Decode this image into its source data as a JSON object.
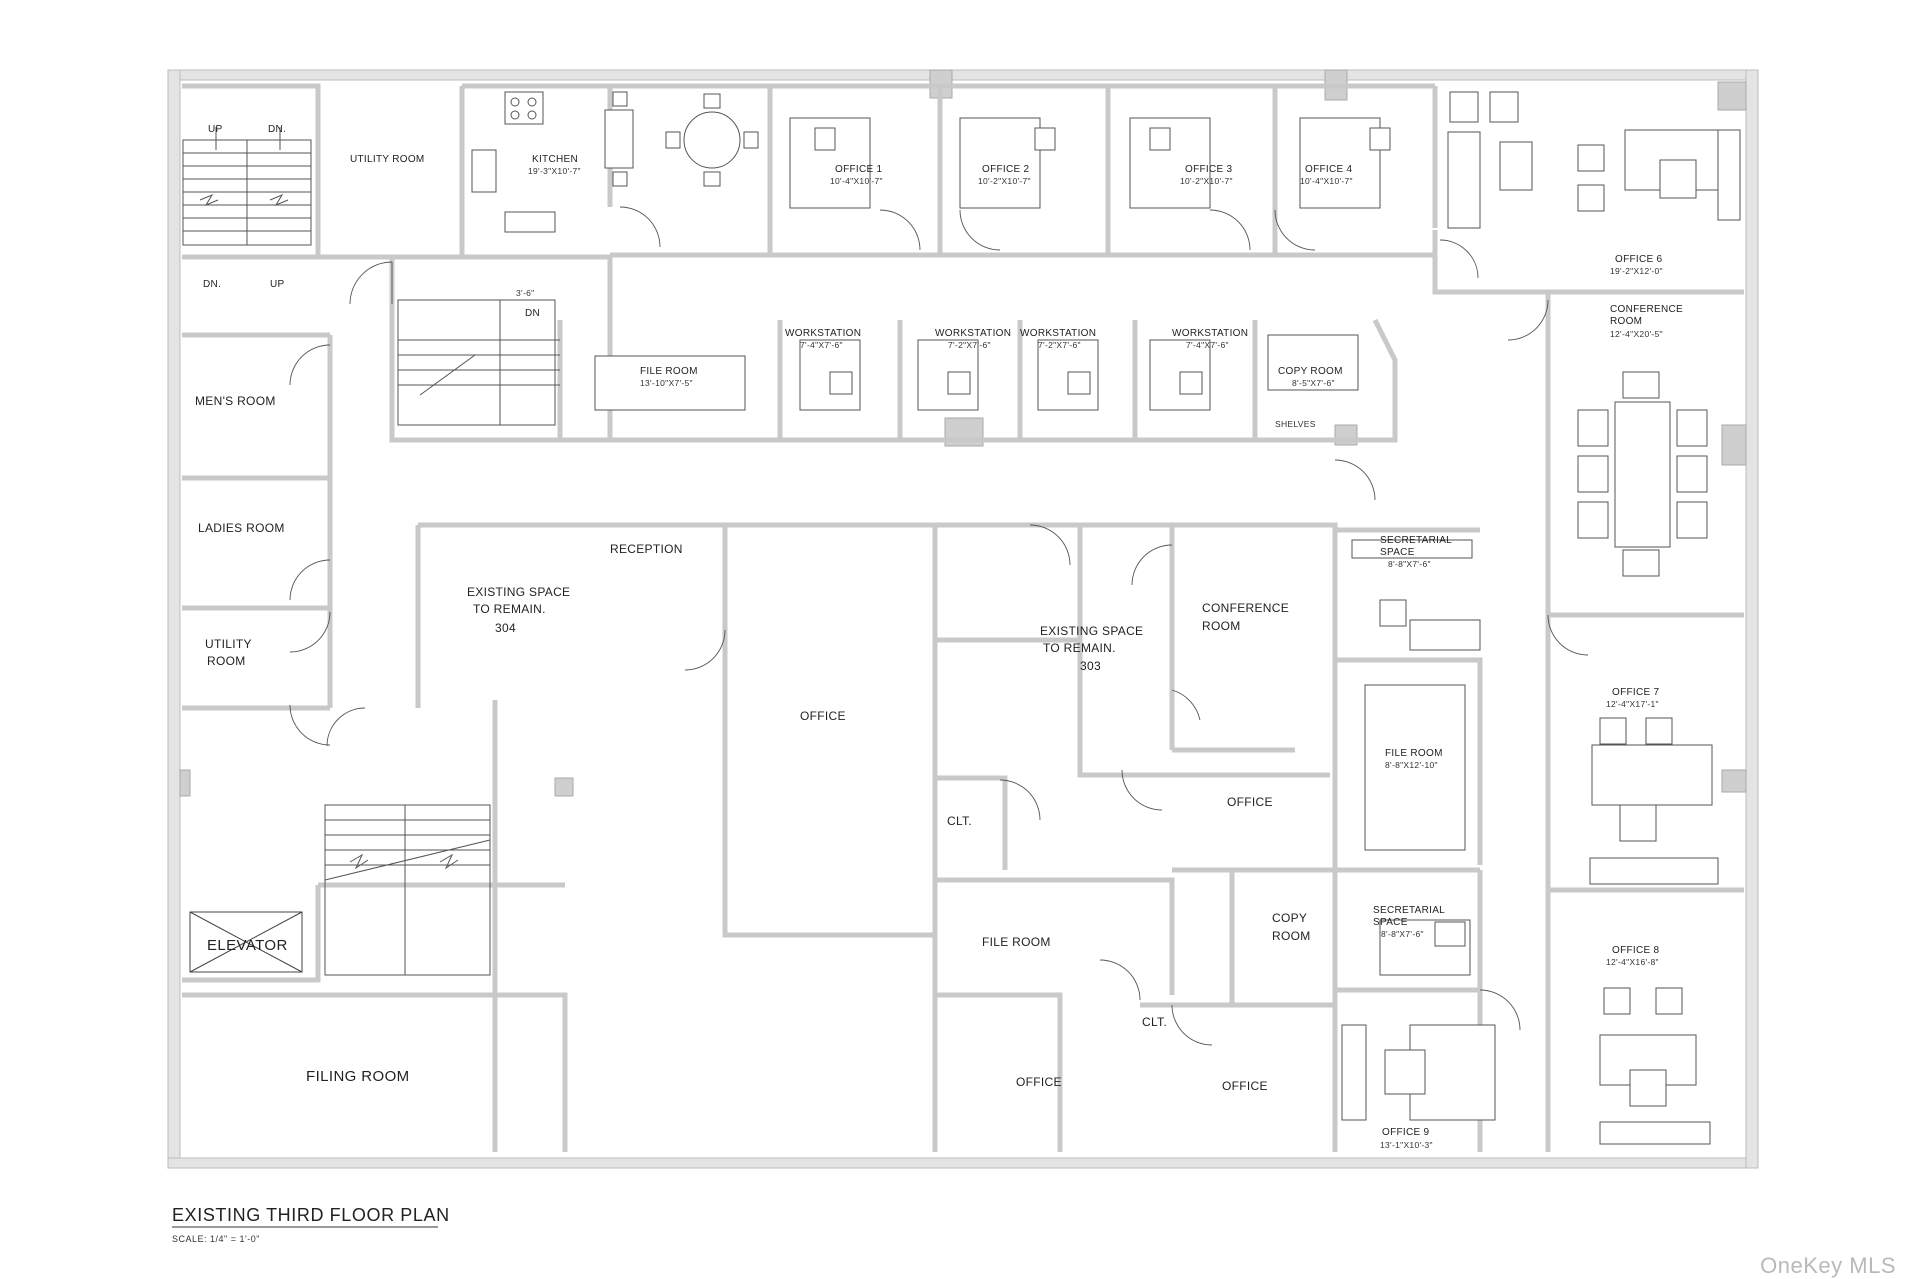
{
  "plan": {
    "title": "EXISTING THIRD FLOOR PLAN",
    "scale": "SCALE: 1/4\" = 1'-0\""
  },
  "rooms": {
    "utility_room_top": "UTILITY ROOM",
    "stair_up_left": "UP",
    "stair_dn_right": "DN.",
    "stair_dn_left": "DN.",
    "stair_up_right": "UP",
    "kitchen": "KITCHEN",
    "kitchen_dim": "19'-3\"X10'-7\"",
    "office1": "OFFICE 1",
    "office1_dim": "10'-4\"X10'-7\"",
    "office2": "OFFICE 2",
    "office2_dim": "10'-2\"X10'-7\"",
    "office3": "OFFICE 3",
    "office3_dim": "10'-2\"X10'-7\"",
    "office4": "OFFICE 4",
    "office4_dim": "10'-4\"X10'-7\"",
    "office6": "OFFICE 6",
    "office6_dim": "19'-2\"X12'-0\"",
    "conference_ne": "CONFERENCE",
    "conference_ne_2": "ROOM",
    "conference_ne_dim": "12'-4\"X20'-5\"",
    "stair_dim": "3'-6\"",
    "stair_dn": "DN",
    "file_room_north": "FILE ROOM",
    "file_room_north_dim": "13'-10\"X7'-5\"",
    "workstation1": "WORKSTATION",
    "workstation1_dim": "7'-4\"X7'-6\"",
    "workstation2": "WORKSTATION",
    "workstation2_dim": "7'-2\"X7'-6\"",
    "workstation3": "WORKSTATION",
    "workstation3_dim": "7'-2\"X7'-6\"",
    "workstation4": "WORKSTATION",
    "workstation4_dim": "7'-4\"X7'-6\"",
    "copy_room_north": "COPY ROOM",
    "copy_room_north_dim": "8'-5\"X7'-6\"",
    "shelves": "SHELVES",
    "mens_room": "MEN'S ROOM",
    "ladies_room": "LADIES ROOM",
    "utility_room_left_1": "UTILITY",
    "utility_room_left_2": "ROOM",
    "reception": "RECEPTION",
    "existing_304_1": "EXISTING SPACE",
    "existing_304_2": "TO REMAIN.",
    "existing_304_3": "304",
    "office_center": "OFFICE",
    "existing_303_1": "EXISTING SPACE",
    "existing_303_2": "TO REMAIN.",
    "existing_303_3": "303",
    "conference_center_1": "CONFERENCE",
    "conference_center_2": "ROOM",
    "secretarial_1a": "SECRETARIAL",
    "secretarial_1b": "SPACE",
    "secretarial_1_dim": "8'-8\"X7'-6\"",
    "file_room_east": "FILE ROOM",
    "file_room_east_dim": "8'-8\"X12'-10\"",
    "office7": "OFFICE 7",
    "office7_dim": "12'-4\"X17'-1\"",
    "clt_1": "CLT.",
    "office_mid": "OFFICE",
    "copy_room_center_1": "COPY",
    "copy_room_center_2": "ROOM",
    "secretarial_2a": "SECRETARIAL",
    "secretarial_2b": "SPACE",
    "secretarial_2_dim": "8'-8\"X7'-6\"",
    "office8": "OFFICE 8",
    "office8_dim": "12'-4\"X16'-8\"",
    "elevator": "ELEVATOR",
    "file_room_center": "FILE ROOM",
    "clt_2": "CLT.",
    "filing_room": "FILING ROOM",
    "office_sw": "OFFICE",
    "office_se": "OFFICE",
    "office9": "OFFICE 9",
    "office9_dim": "13'-1\"X10'-3\""
  },
  "watermark": "OneKey MLS"
}
